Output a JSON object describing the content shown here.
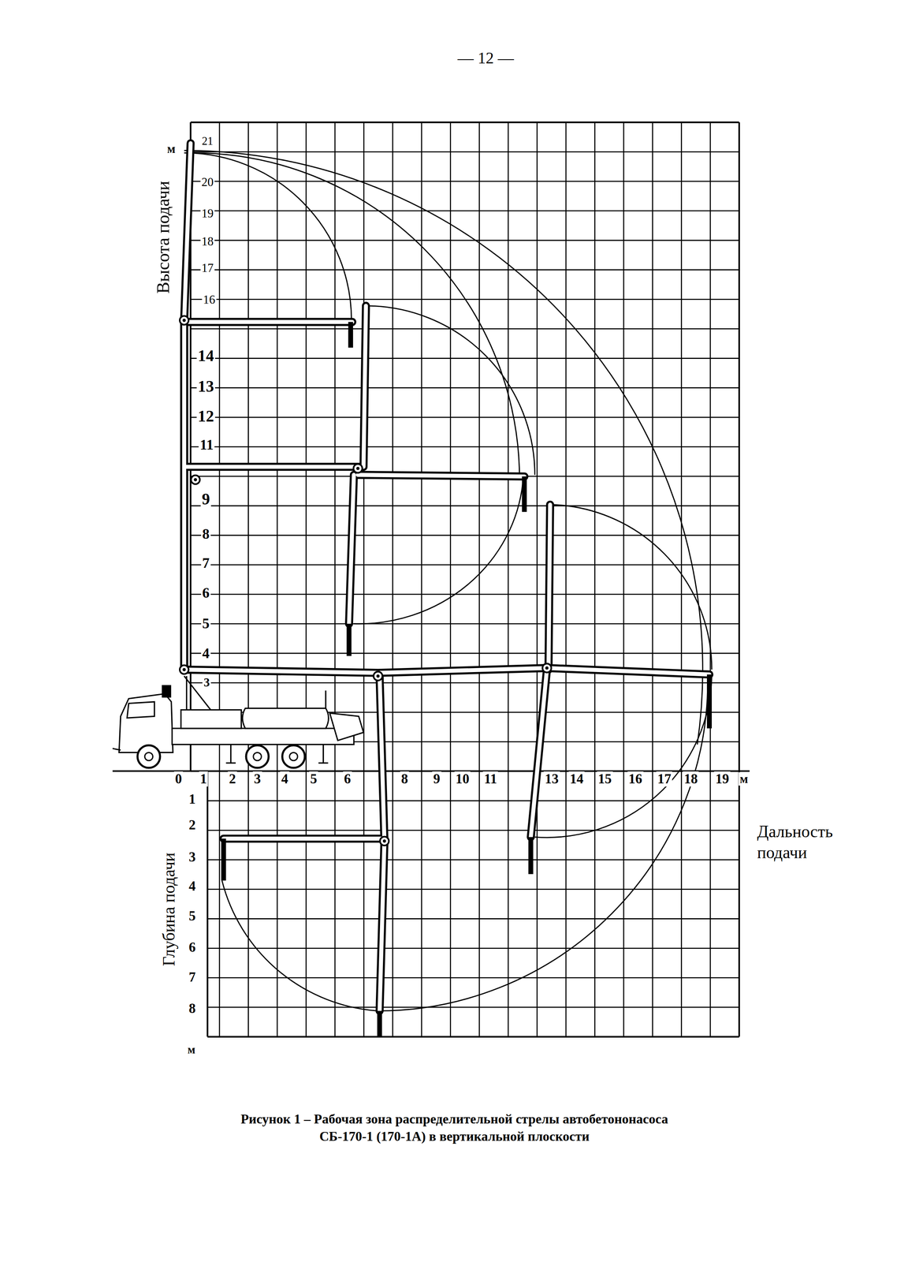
{
  "diagram": {
    "caption": "Рисунок 1 – Рабочая зона распределительной стрелы автобетононасоса СБ-170-1 (170-1А) в вертикальной плоскости",
    "labels": [
      "— 12 —",
      "м",
      "Высота подачи",
      "21",
      "20",
      "19",
      "18",
      "17",
      "16",
      "14",
      "13",
      "12",
      "11",
      "9",
      "8",
      "7",
      "6",
      "5",
      "4",
      "3",
      "0",
      "1",
      "2",
      "3",
      "4",
      "5",
      "6",
      "8",
      "9",
      "10",
      "11",
      "13",
      "14",
      "15",
      "16",
      "17",
      "18",
      "19",
      "м",
      "Дальность подачи",
      "Глубина подачи",
      "1",
      "2",
      "3",
      "4",
      "5",
      "6",
      "7",
      "8",
      "м"
    ]
  }
}
